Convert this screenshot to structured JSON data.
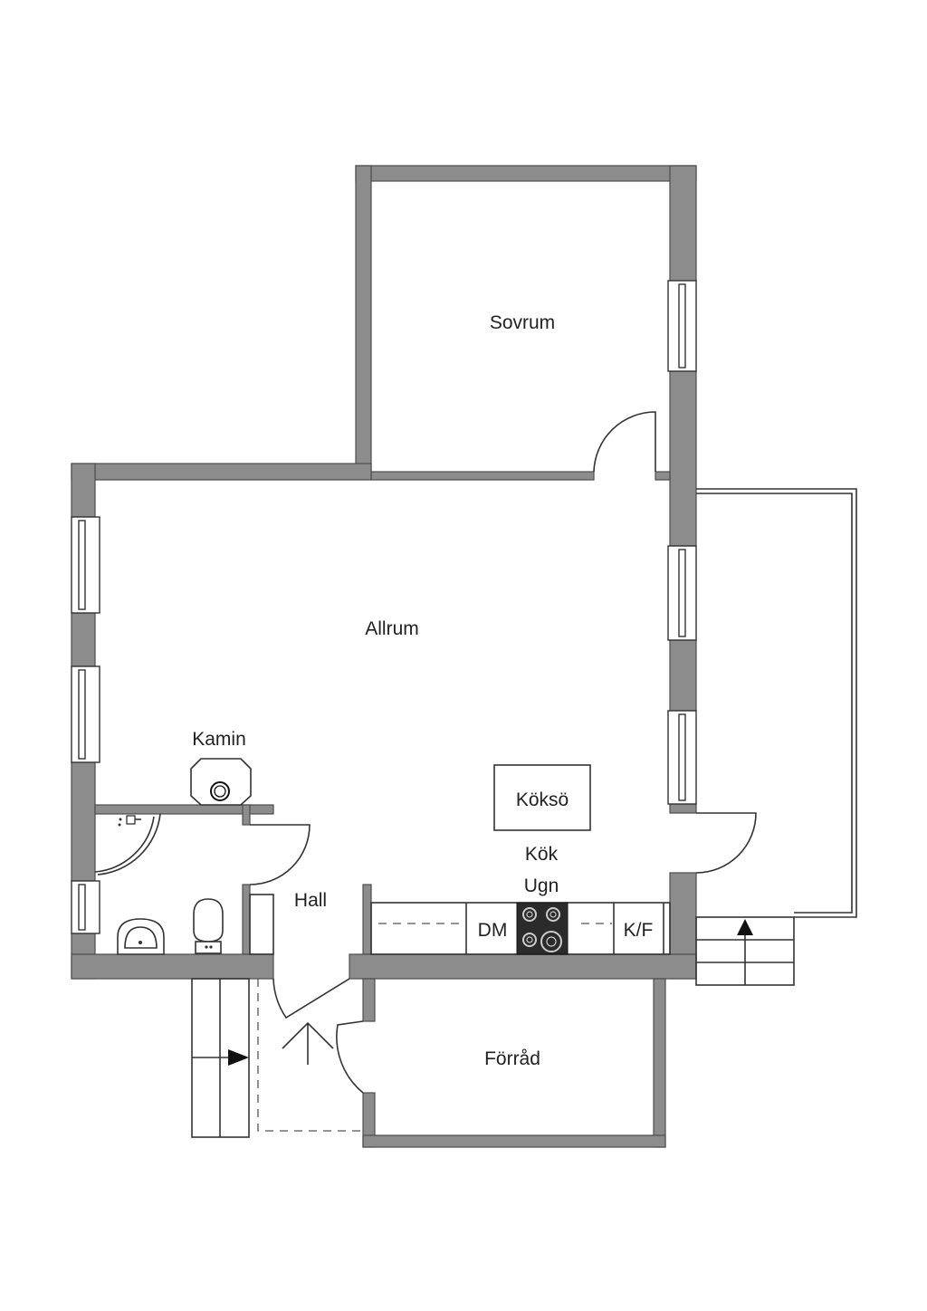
{
  "rooms": {
    "sovrum": "Sovrum",
    "allrum": "Allrum",
    "kamin": "Kamin",
    "koksoe": "Köksö",
    "kok": "Kök",
    "ugn": "Ugn",
    "hall": "Hall",
    "forrad": "Förråd"
  },
  "appliances": {
    "dm": "DM",
    "kf": "K/F"
  },
  "colors": {
    "wall": "#8c8c8c",
    "line": "#333333",
    "stove": "#2b2b2b"
  }
}
